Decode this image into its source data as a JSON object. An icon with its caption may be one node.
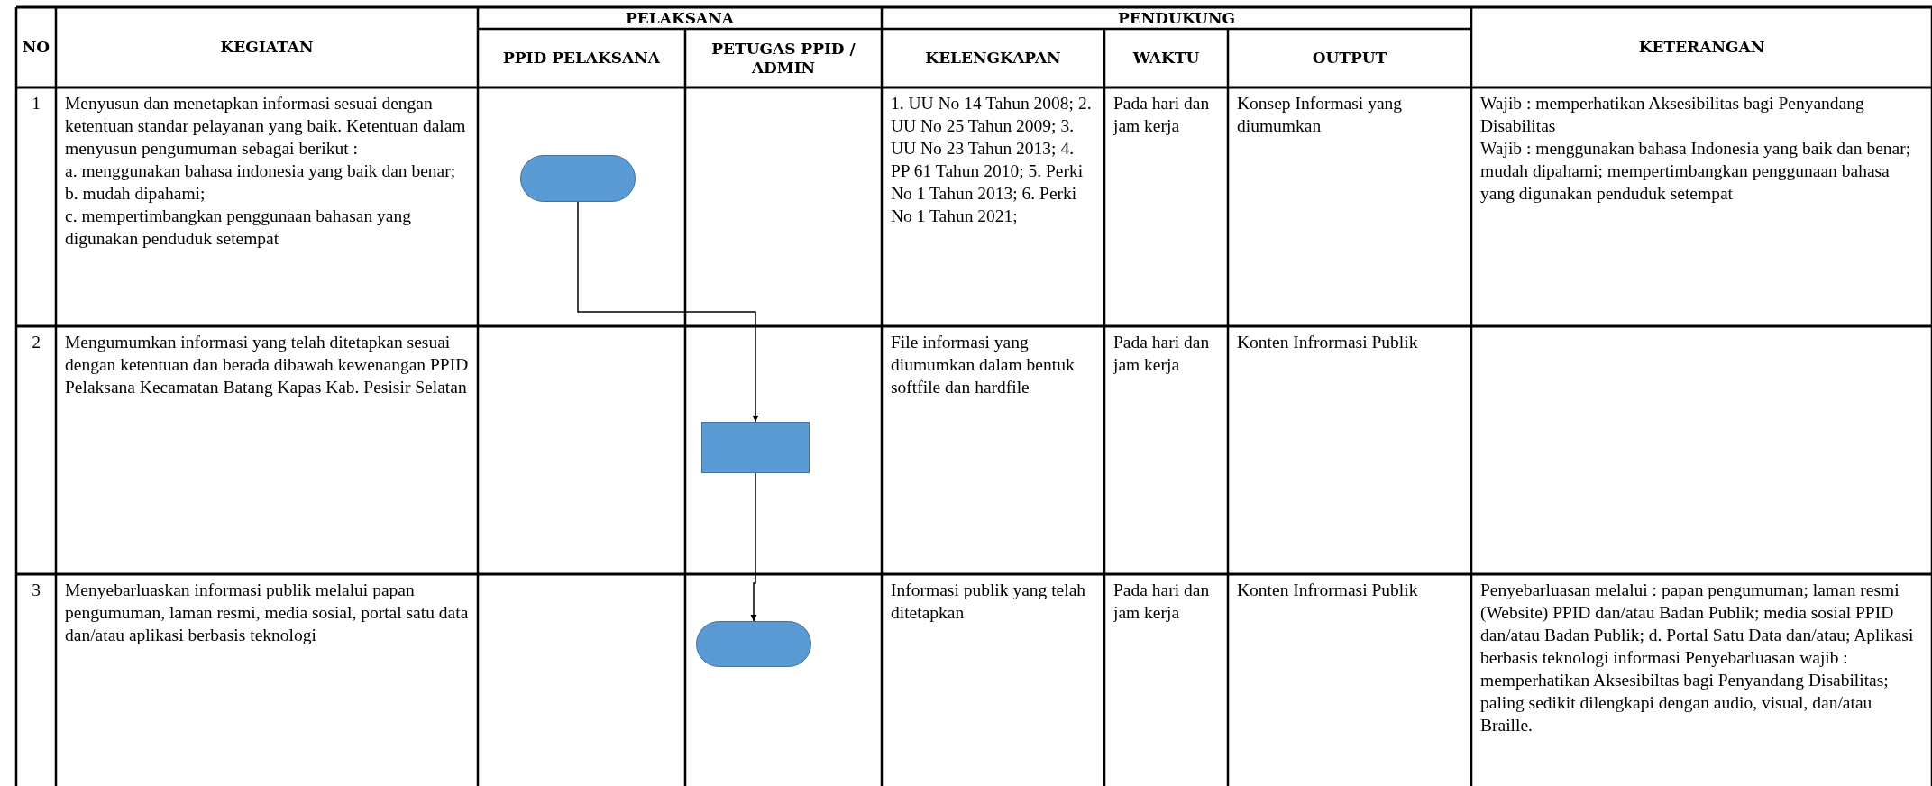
{
  "diagram": {
    "nodes": [
      {
        "text": [],
        "shape": "oval"
      },
      {
        "text": [],
        "shape": "box"
      },
      {
        "text": [],
        "shape": "oval"
      }
    ],
    "edges": [
      {
        "from": 0,
        "to": 1,
        "arrow": "to"
      },
      {
        "from": 1,
        "to": 2,
        "arrow": "to"
      }
    ],
    "labels": [
      "NO",
      "KEGIATAN",
      "PELAKSANA",
      "PENDUKUNG",
      "KETERANGAN",
      "PPID PELAKSANA",
      "PETUGAS PPID / ADMIN",
      "KELENGKAPAN",
      "WAKTU",
      "OUTPUT",
      "1",
      "Menyusun dan menetapkan informasi sesuai dengan ketentuan standar pelayanan yang baik. Ketentuan dalam menyusun pengumuman sebagai berikut :",
      "a. menggunakan bahasa indonesia yang baik dan benar;",
      "b. mudah dipahami;",
      "c. mempertimbangkan penggunaan bahasan yang digunakan penduduk setempat",
      "1. UU No 14 Tahun 2008; 2. UU No 25 Tahun 2009; 3. UU No 23 Tahun 2013; 4. PP 61 Tahun 2010; 5. Perki No 1 Tahun 2013; 6. Perki No 1 Tahun 2021;",
      "Pada hari dan jam kerja",
      "Konsep Informasi yang diumumkan",
      "Wajib : memperhatikan Aksesibilitas bagi Penyandang Disabilitas",
      "Wajib : menggunakan bahasa Indonesia yang baik dan benar; mudah dipahami; mempertimbangkan penggunaan bahasa yang digunakan penduduk setempat",
      "2",
      "Mengumumkan informasi yang telah ditetapkan sesuai dengan ketentuan dan berada dibawah kewenangan PPID Pelaksana Kecamatan Batang Kapas Kab. Pesisir Selatan",
      "File informasi yang diumumkan dalam bentuk softfile dan hardfile",
      "Pada hari dan jam kerja",
      "Konten Infrormasi Publik",
      "3",
      "Menyebarluaskan informasi publik melalui papan pengumuman, laman resmi, media sosial, portal satu data dan/atau aplikasi berbasis teknologi",
      "Informasi publik yang telah ditetapkan",
      "Pada hari dan jam kerja",
      "Konten Infrormasi Publik",
      "Penyebarluasan melalui : papan pengumuman; laman resmi (Website) PPID dan/atau Badan Publik; media sosial PPID dan/atau Badan Publik; d. Portal Satu Data dan/atau; Aplikasi berbasis teknologi informasi Penyebarluasan wajib : memperhatikan Aksesibiltas bagi Penyandang Disabilitas; paling sedikit dilengkapi dengan audio, visual, dan/atau Braille."
    ]
  }
}
